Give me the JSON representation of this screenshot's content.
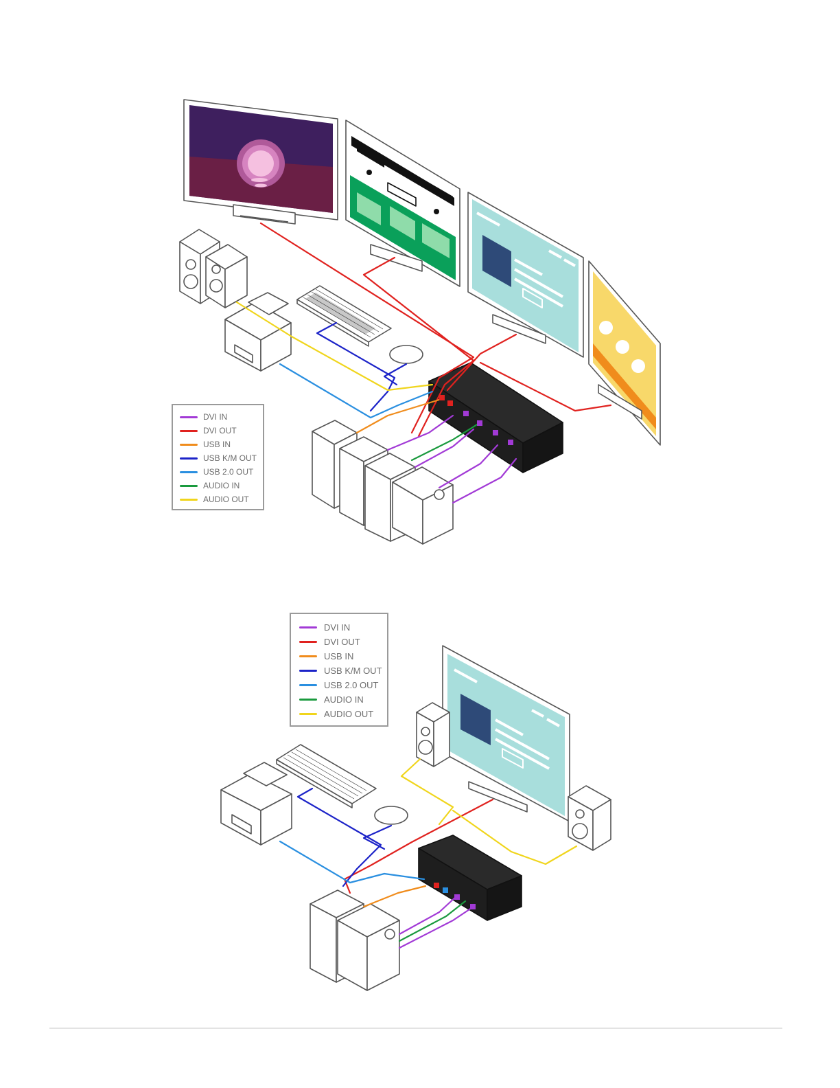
{
  "legend_entries": [
    {
      "label": "DVI IN",
      "color": "#a23ad6"
    },
    {
      "label": "DVI OUT",
      "color": "#e0221f"
    },
    {
      "label": "USB IN",
      "color": "#f08c1c"
    },
    {
      "label": "USB K/M OUT",
      "color": "#1c23c8"
    },
    {
      "label": "USB 2.0 OUT",
      "color": "#2a8fe0"
    },
    {
      "label": "AUDIO IN",
      "color": "#1a9a3e"
    },
    {
      "label": "AUDIO OUT",
      "color": "#f0d51c"
    }
  ],
  "colors": {
    "dvi_in": "#a23ad6",
    "dvi_out": "#e0221f",
    "usb_in": "#f08c1c",
    "usb_km_out": "#1c23c8",
    "usb20_out": "#2a8fe0",
    "audio_in": "#1a9a3e",
    "audio_out": "#f0d51c",
    "kvm_body": "#1e1e1e",
    "screen_purple": "#3e1f5e",
    "screen_green": "#0aa05a",
    "screen_cyan": "#a8dedc",
    "screen_yellow": "#f8d86a"
  }
}
